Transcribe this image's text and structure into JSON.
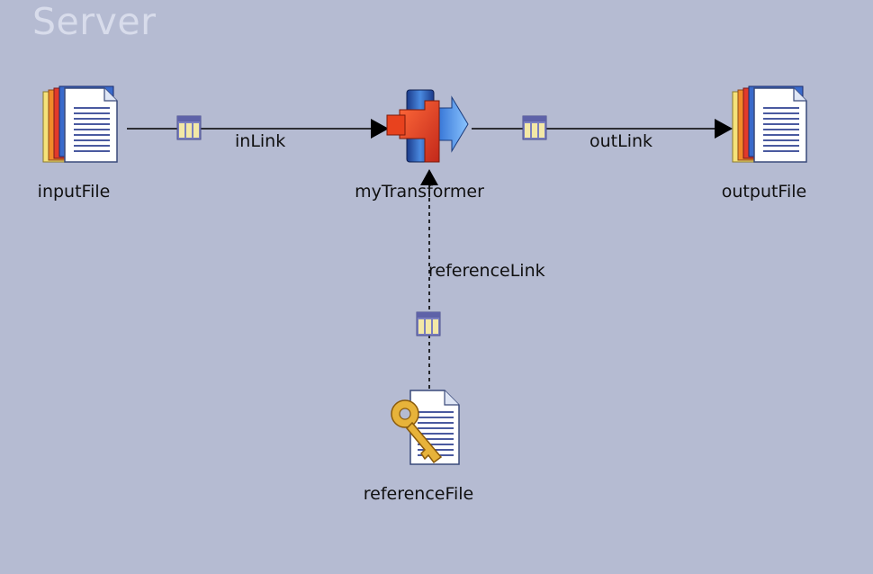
{
  "canvas": {
    "title": "Server"
  },
  "stages": {
    "input": {
      "label": "inputFile",
      "icon": "sequential-file-icon"
    },
    "transformer": {
      "label": "myTransformer",
      "icon": "transformer-icon"
    },
    "output": {
      "label": "outputFile",
      "icon": "sequential-file-icon"
    },
    "reference": {
      "label": "referenceFile",
      "icon": "hashed-file-key-icon"
    }
  },
  "links": {
    "in": {
      "label": "inLink",
      "style": "solid"
    },
    "out": {
      "label": "outLink",
      "style": "solid"
    },
    "reference": {
      "label": "referenceLink",
      "style": "dashed"
    }
  },
  "colors": {
    "background": "#b5bbd2",
    "title": "#d8dceb",
    "wire": "#000000"
  }
}
